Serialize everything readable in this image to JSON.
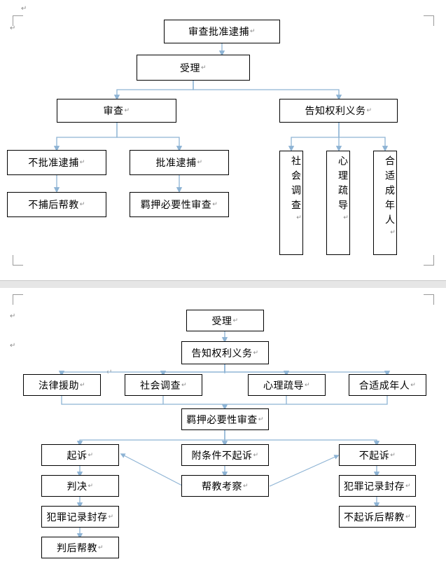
{
  "document": {
    "type": "word-document-flowchart",
    "pages": 2,
    "paragraph_mark": "↵",
    "colors": {
      "box_border": "#000000",
      "box_fill": "#ffffff",
      "connector": "#8db3d4",
      "page_gap": "#e6e6e6",
      "margin_mark": "#9a9a9a",
      "paragraph_mark": "#8a8a8a"
    }
  },
  "page1": {
    "title_node": {
      "id": "p1-n1",
      "label": "审查批准逮捕"
    },
    "nodes": [
      {
        "id": "p1-n2",
        "label": "受理"
      },
      {
        "id": "p1-n3",
        "label": "审查"
      },
      {
        "id": "p1-n4",
        "label": "告知权利义务"
      },
      {
        "id": "p1-n5",
        "label": "不批准逮捕"
      },
      {
        "id": "p1-n6",
        "label": "批准逮捕"
      },
      {
        "id": "p1-n7",
        "label": "不捕后帮教"
      },
      {
        "id": "p1-n8",
        "label": "羁押必要性审查"
      }
    ],
    "vertical_nodes": [
      {
        "id": "p1-v1",
        "label": "社会调查"
      },
      {
        "id": "p1-v2",
        "label": "心理疏导"
      },
      {
        "id": "p1-v3",
        "label": "合适成年人"
      }
    ]
  },
  "page2": {
    "nodes": [
      {
        "id": "p2-n1",
        "label": "受理"
      },
      {
        "id": "p2-n2",
        "label": "告知权利义务"
      },
      {
        "id": "p2-n3",
        "label": "法律援助"
      },
      {
        "id": "p2-n4",
        "label": "社会调查"
      },
      {
        "id": "p2-n5",
        "label": "心理疏导"
      },
      {
        "id": "p2-n6",
        "label": "合适成年人"
      },
      {
        "id": "p2-n7",
        "label": "羁押必要性审查"
      },
      {
        "id": "p2-n8",
        "label": "起诉"
      },
      {
        "id": "p2-n9",
        "label": "附条件不起诉"
      },
      {
        "id": "p2-n10",
        "label": "不起诉"
      },
      {
        "id": "p2-n11",
        "label": "判决"
      },
      {
        "id": "p2-n12",
        "label": "帮教考察"
      },
      {
        "id": "p2-n13",
        "label": "犯罪记录封存"
      },
      {
        "id": "p2-n14",
        "label": "犯罪记录封存"
      },
      {
        "id": "p2-n15",
        "label": "不起诉后帮教"
      },
      {
        "id": "p2-n16",
        "label": "判后帮教"
      }
    ]
  }
}
